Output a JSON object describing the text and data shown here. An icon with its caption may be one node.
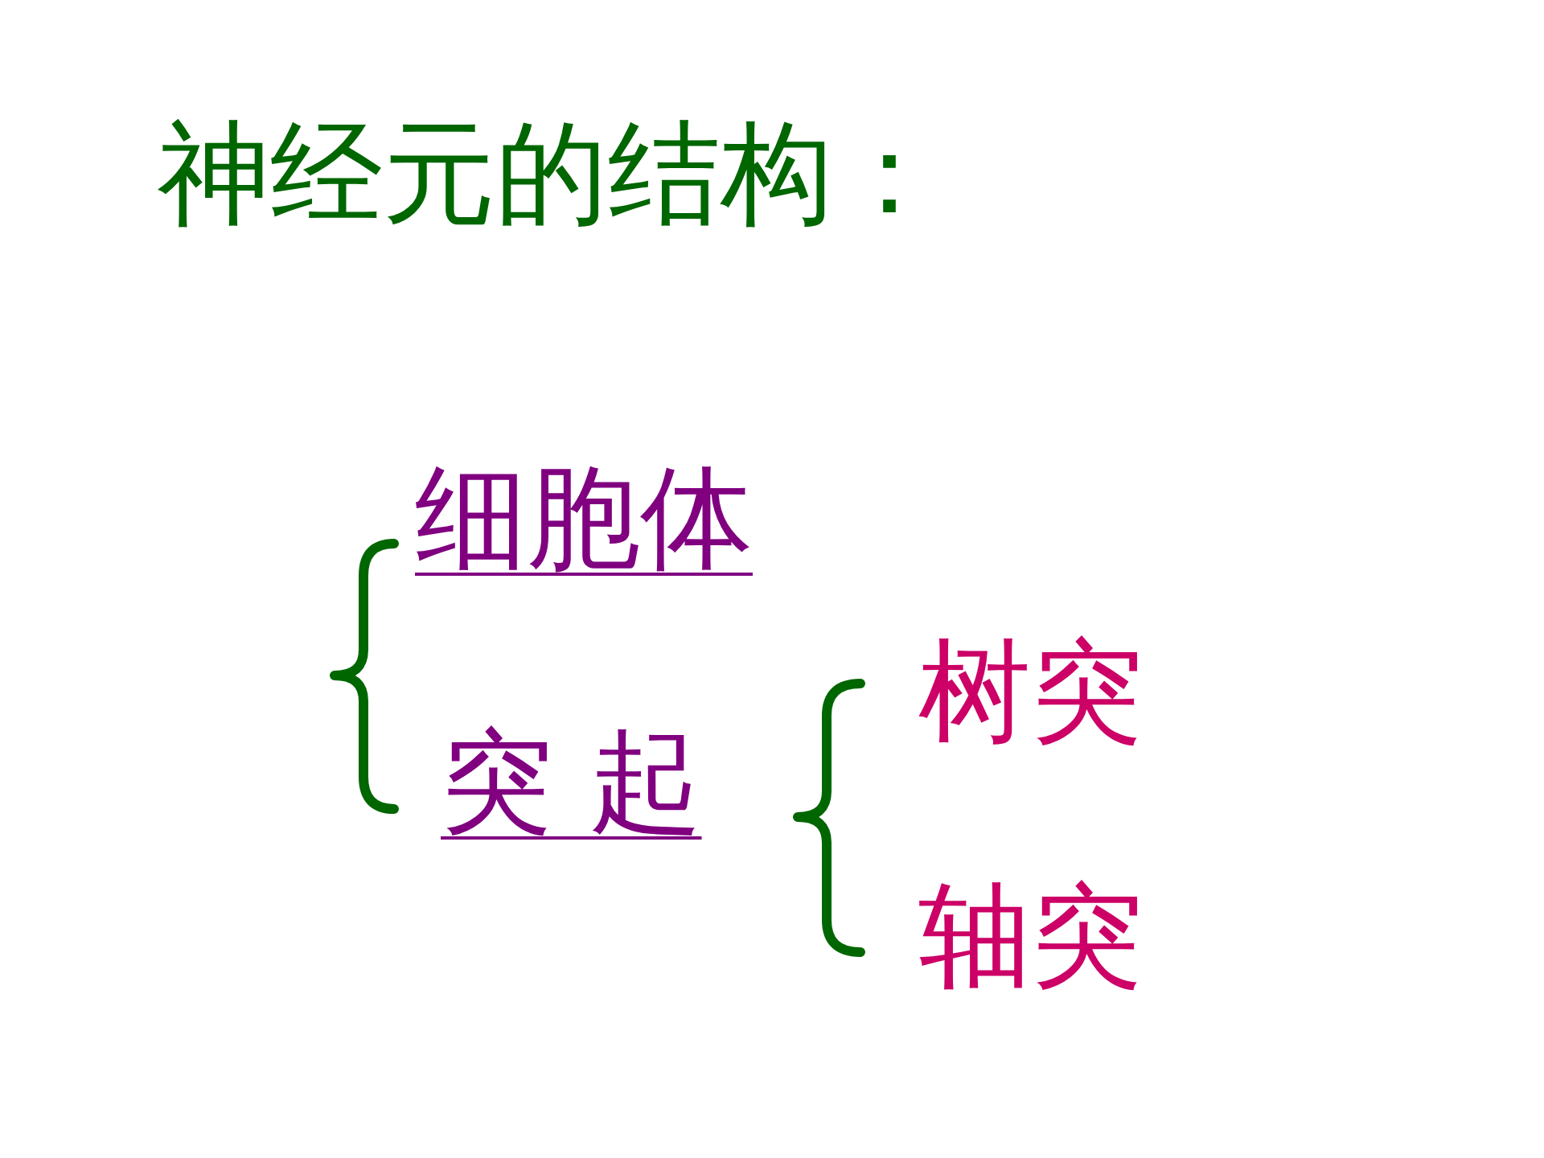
{
  "diagram": {
    "title": "神经元的结构：",
    "labels": [
      "细胞体",
      "突 起",
      "树突",
      "轴突"
    ]
  }
}
